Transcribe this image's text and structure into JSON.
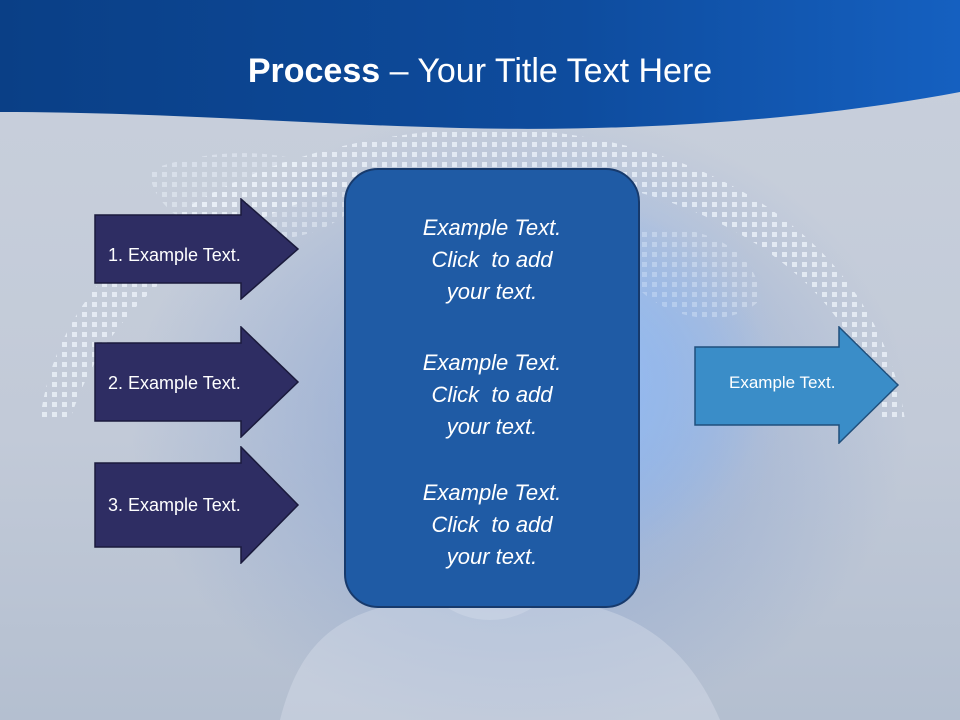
{
  "title": {
    "bold": "Process",
    "dash": " – ",
    "rest": "Your Title Text Here"
  },
  "steps": [
    {
      "label": "1. Example Text."
    },
    {
      "label": "2. Example Text."
    },
    {
      "label": "3. Example Text."
    }
  ],
  "center_blocks": [
    "Example Text.\nClick  to add\nyour text.",
    "Example Text.\nClick  to add\nyour text.",
    "Example Text.\nClick  to add\nyour text."
  ],
  "result": {
    "label": "Example Text."
  },
  "colors": {
    "banner": "#0d4a9a",
    "step_arrow_fill": "#2e2d63",
    "center_box_fill": "#1f5ba5",
    "result_arrow_fill": "#3a8dc8"
  }
}
